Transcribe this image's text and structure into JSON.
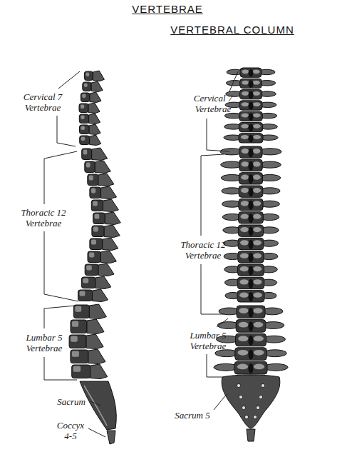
{
  "diagram": {
    "title": "VERTEBRAE",
    "labels": [
      "VERTEBRAL COLUMN",
      "Cervical 7 Vertebrae",
      "Thoracic 12 Vertebrae",
      "Lumbar 5 Vertebrae",
      "Sacrum",
      "Coccyx 4-5",
      "Cervical 7 Vertebrae",
      "Thoracic 12 Vertebrae",
      "Lumbar 5 Vertebrae",
      "Sacrum 5"
    ]
  }
}
